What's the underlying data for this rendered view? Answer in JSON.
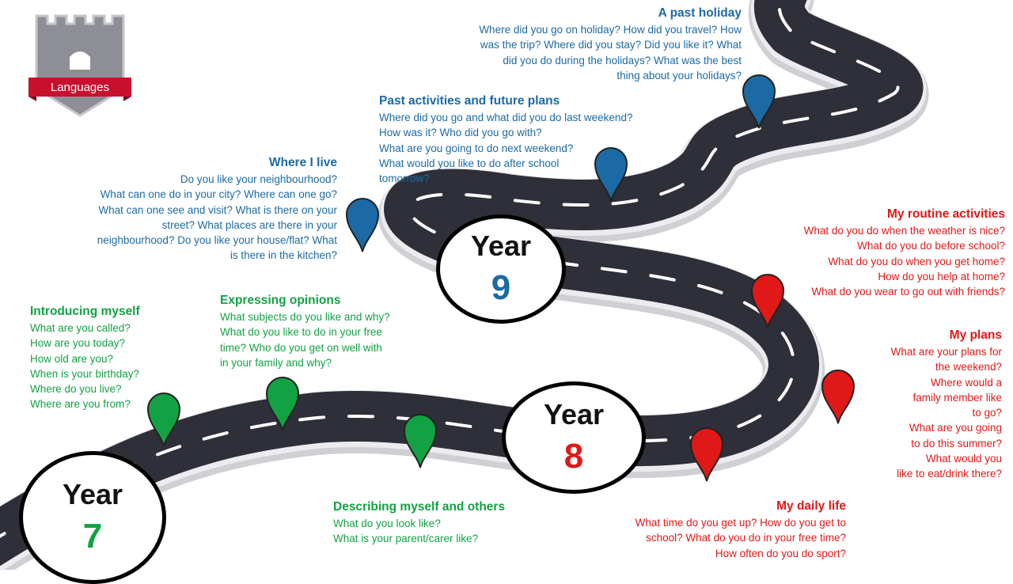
{
  "logo": {
    "label": "Languages"
  },
  "years": {
    "y7": {
      "word": "Year",
      "num": "7",
      "color": "#12a243"
    },
    "y8": {
      "word": "Year",
      "num": "8",
      "color": "#e01818"
    },
    "y9": {
      "word": "Year",
      "num": "9",
      "color": "#1b6aa5"
    }
  },
  "colors": {
    "green": "#12a243",
    "red": "#e01818",
    "blue": "#1b6aa5",
    "road": "#2f2f3a"
  },
  "topics": {
    "introducing": {
      "title": "Introducing myself",
      "lines": [
        "What are you called?",
        "How are you today?",
        "How old are you?",
        "When is your birthday?",
        "Where do you live?",
        "Where are you from?"
      ]
    },
    "opinions": {
      "title": "Expressing opinions",
      "lines": [
        "What subjects do you like and why?",
        "What do you like to do in your free",
        "time?  Who do you get on well with",
        "in your family and why?"
      ]
    },
    "describing": {
      "title": "Describing myself and others",
      "lines": [
        "What do you look like?",
        "What is your parent/carer like?"
      ]
    },
    "daily": {
      "title": "My daily life",
      "lines": [
        "What time do you get up?  How do you get to",
        "school?  What do you do in your free time?",
        "How often do you do sport?"
      ]
    },
    "plans": {
      "title": "My plans",
      "lines": [
        "What are your plans for",
        "the weekend?",
        "Where would a",
        "family member like",
        "to go?",
        "What are you going",
        "to do this summer?",
        "What would you",
        "like to eat/drink there?"
      ]
    },
    "routine": {
      "title": "My routine activities",
      "lines": [
        "What do you do when the weather is nice?",
        "What do you do before school?",
        "What do you do when you get home?",
        "How do you help at home?",
        "What do you wear to go out with friends?"
      ]
    },
    "where": {
      "title": "Where I live",
      "lines": [
        "Do you like your neighbourhood?",
        "What can one do in your city?  Where can one go?",
        "What can one see and visit? What is there on your",
        "street?  What places are there in your",
        "neighbourhood?   Do you like your house/flat? What",
        "is there in the kitchen?"
      ]
    },
    "past": {
      "title": "Past activities and future plans",
      "lines": [
        "Where did you go and what did you do last weekend?",
        "How was it?  Who did you go with?",
        "What are you going to do next weekend?",
        "What would you like to do after school",
        "tomorrow?"
      ]
    },
    "holiday": {
      "title": "A past holiday",
      "lines": [
        "Where did you go on holiday?  How did you travel?  How",
        "was the trip?  Where did you stay?  Did you like it?  What",
        "did you do during the holidays?  What  was the best",
        "thing about your holidays?"
      ]
    }
  }
}
